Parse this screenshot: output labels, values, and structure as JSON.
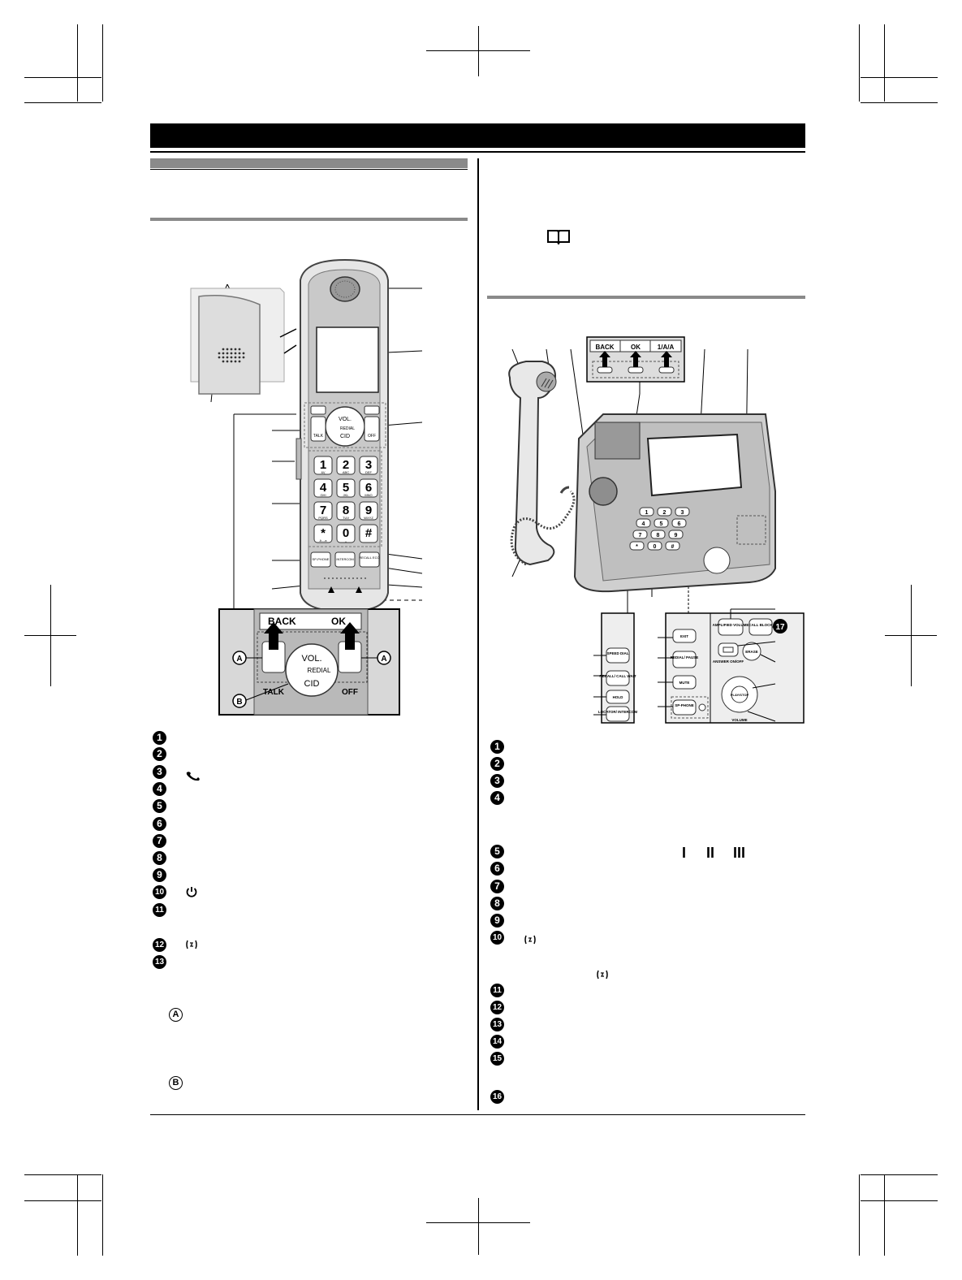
{
  "handset_diagram": {
    "keys": [
      "1",
      "2",
      "3",
      "4",
      "5",
      "6",
      "7",
      "8",
      "9",
      "*",
      "0",
      "#"
    ],
    "key_letters": [
      "&!(",
      "ABC",
      "DEF",
      "GHI",
      "JKL",
      "MNO",
      "PQRS",
      "TUV",
      "WXYZ",
      "A↔a",
      "␣",
      ""
    ],
    "nav_labels": {
      "vol": "VOL.",
      "cid": "CID",
      "redial": "REDIAL"
    },
    "talk_label": "TALK",
    "off_label": "OFF",
    "speaker_label": "SP-PHONE",
    "intercom_label": "INTERCOM",
    "recall_label": "RECALL\nECO",
    "inset_labels": {
      "back": "BACK",
      "ok": "OK"
    },
    "callouts": {
      "a": "A",
      "b": "B"
    }
  },
  "base_diagram": {
    "soft_keys": [
      "BACK",
      "OK",
      "1/A/A"
    ],
    "buttons": {
      "exit": "EXIT",
      "redial_pause": "REDIAL/\nPAUSE",
      "mute": "MUTE",
      "sp_phone": "SP-PHONE",
      "speed_dial": "SPEED\nDIAL",
      "recall_call_wait": "RECALL/\nCALL WAIT",
      "hold": "HOLD",
      "locator_intercom": "LOCATOR/\nINTERCOM",
      "amp_volume": "AMPLIFIED\nVOLUME",
      "call_block": "CALL\nBLOCK",
      "answer_on_off": "ANSWER\nON/OFF",
      "erase": "ERASE",
      "play_stop": "PLAY/STOP",
      "volume": "VOLUME"
    },
    "callout_17": "17"
  },
  "left_list_numbers": [
    "1",
    "2",
    "3",
    "4",
    "5",
    "6",
    "7",
    "8",
    "9",
    "10",
    "11",
    "12",
    "13"
  ],
  "right_list_numbers": [
    "1",
    "2",
    "3",
    "4",
    "5",
    "6",
    "7",
    "8",
    "9",
    "10",
    "11",
    "12",
    "13",
    "14",
    "15",
    "16"
  ],
  "list_letters": {
    "a": "A",
    "b": "B"
  },
  "volume_bars": [
    "I",
    "II",
    "III"
  ]
}
